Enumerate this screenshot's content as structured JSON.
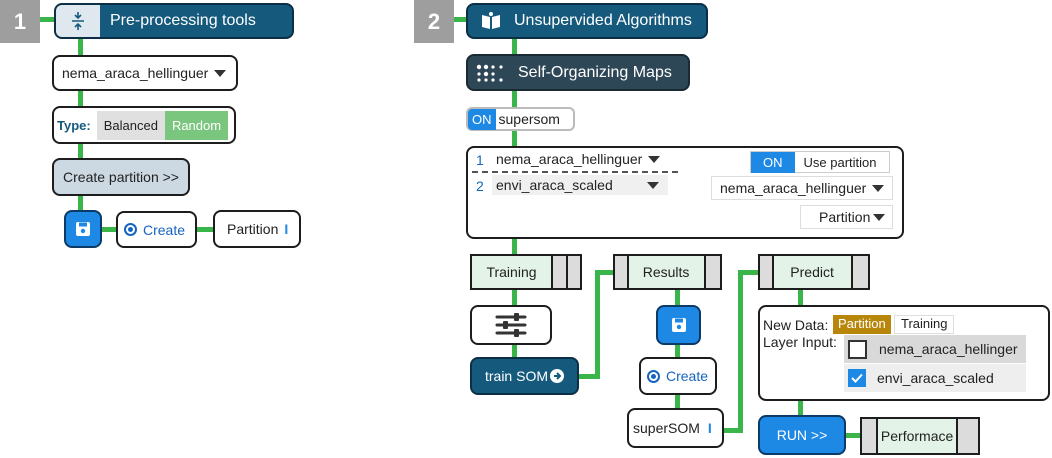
{
  "left": {
    "step": "1",
    "header": {
      "title": "Pre-processing tools",
      "icon": "collapse-vertical-icon"
    },
    "dataset": {
      "value": "nema_araca_hellinguer"
    },
    "type": {
      "label": "Type:",
      "options": [
        "Balanced",
        "Random"
      ],
      "selected": "Random"
    },
    "create_partition": {
      "label": "Create partition >>"
    },
    "save_icon": "save-icon",
    "create": {
      "label": "Create"
    },
    "partition": {
      "value": "Partition"
    }
  },
  "right": {
    "step": "2",
    "header": {
      "title": "Unsupervided Algorithms",
      "icon": "book-icon"
    },
    "som": {
      "title": "Self-Organizing Maps",
      "icon": "dots-grid-icon"
    },
    "supersom": {
      "toggle": "ON",
      "label": "supersom"
    },
    "layers": [
      {
        "index": "1",
        "value": "nema_araca_hellinguer"
      },
      {
        "index": "2",
        "value": "envi_araca_scaled"
      }
    ],
    "use_partition": {
      "toggle": "ON",
      "label": "Use partition"
    },
    "partition_dataset": {
      "value": "nema_araca_hellinguer"
    },
    "partition_select": {
      "value": "Partition"
    },
    "training": {
      "label": "Training"
    },
    "train_button": {
      "label": "train SOM"
    },
    "results": {
      "label": "Results"
    },
    "results_create": {
      "label": "Create"
    },
    "results_name": {
      "value": "superSOM"
    },
    "predict": {
      "label": "Predict",
      "new_data_label": "New Data:",
      "new_data_options": [
        "Partition",
        "Training"
      ],
      "new_data_selected": "Partition",
      "layer_input_label": "Layer Input:",
      "layers": [
        {
          "name": "nema_araca_hellinger",
          "checked": false
        },
        {
          "name": "envi_araca_scaled",
          "checked": true
        }
      ]
    },
    "run": {
      "label": "RUN >>"
    },
    "performance": {
      "label": "Performace"
    }
  },
  "colors": {
    "header": "#155a7d",
    "accent_blue": "#1e88e5",
    "connector": "#3ab54a",
    "random_selected": "#7bc67e",
    "partition_selected": "#b8860b"
  }
}
